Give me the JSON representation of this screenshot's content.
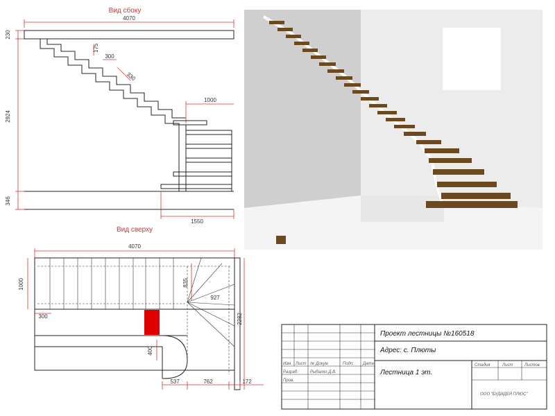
{
  "side_view": {
    "title": "Вид сбоку",
    "dims": {
      "overall_length": "4070",
      "top_thickness": "230",
      "riser": "175",
      "tread": "300",
      "stringer": "330",
      "height": "2924",
      "landing": "1000",
      "floor": "346",
      "base": "1550"
    }
  },
  "top_view": {
    "title": "Вид сверху",
    "dims": {
      "overall_length": "4070",
      "width": "1000",
      "offset": "300",
      "d835": "835",
      "d927": "927",
      "d2282": "2282",
      "d400": "400",
      "d537": "537",
      "d762": "762",
      "d172": "172"
    }
  },
  "title_block": {
    "project": "Проект лестницы №160518",
    "address": "Адрес: с. Плюты",
    "sheet_name": "Лестница 1 эт.",
    "company": "ООО \"БУДИДЕЯ ПЛЮС\"",
    "cols": {
      "izm": "Изм.",
      "list": "Лист",
      "ndok": "№ Докум.",
      "podp": "Подп.",
      "data": "Дата"
    },
    "rows": {
      "razrab": "Разраб.",
      "prov": "Пров."
    },
    "developer": "Рыбалко Д.В.",
    "stage_hdr": {
      "stadia": "Стадия",
      "list": "Лист",
      "listov": "Листов"
    }
  },
  "colors": {
    "dimension": "#d63030",
    "line": "#222222",
    "highlight": "#e00000",
    "wood": "#6b4a22"
  }
}
